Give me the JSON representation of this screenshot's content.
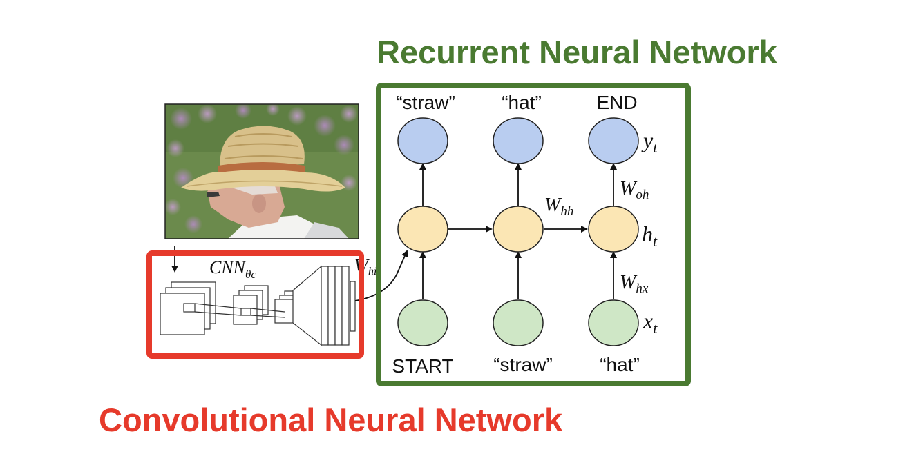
{
  "titles": {
    "rnn": "Recurrent Neural Network",
    "cnn": "Convolutional Neural Network"
  },
  "colors": {
    "rnn_accent": "#4a7a31",
    "cnn_accent": "#e63a2b",
    "output_node": "#b9cdf0",
    "hidden_node": "#fbe6b4",
    "input_node": "#cfe7c6"
  },
  "image": {
    "content": "man-in-straw-hat-photo"
  },
  "cnn": {
    "label": "CNN",
    "label_sub": "θc",
    "connector_label": "W",
    "connector_sub": "hi"
  },
  "rnn": {
    "outputs": [
      "“straw”",
      "“hat”",
      "END"
    ],
    "inputs": [
      "START",
      "“straw”",
      "“hat”"
    ],
    "output_symbol": {
      "base": "y",
      "sub": "t"
    },
    "hidden_symbol": {
      "base": "h",
      "sub": "t"
    },
    "input_symbol": {
      "base": "x",
      "sub": "t"
    },
    "w_hh": {
      "base": "W",
      "sub": "hh"
    },
    "w_oh": {
      "base": "W",
      "sub": "oh"
    },
    "w_hx": {
      "base": "W",
      "sub": "hx"
    }
  }
}
